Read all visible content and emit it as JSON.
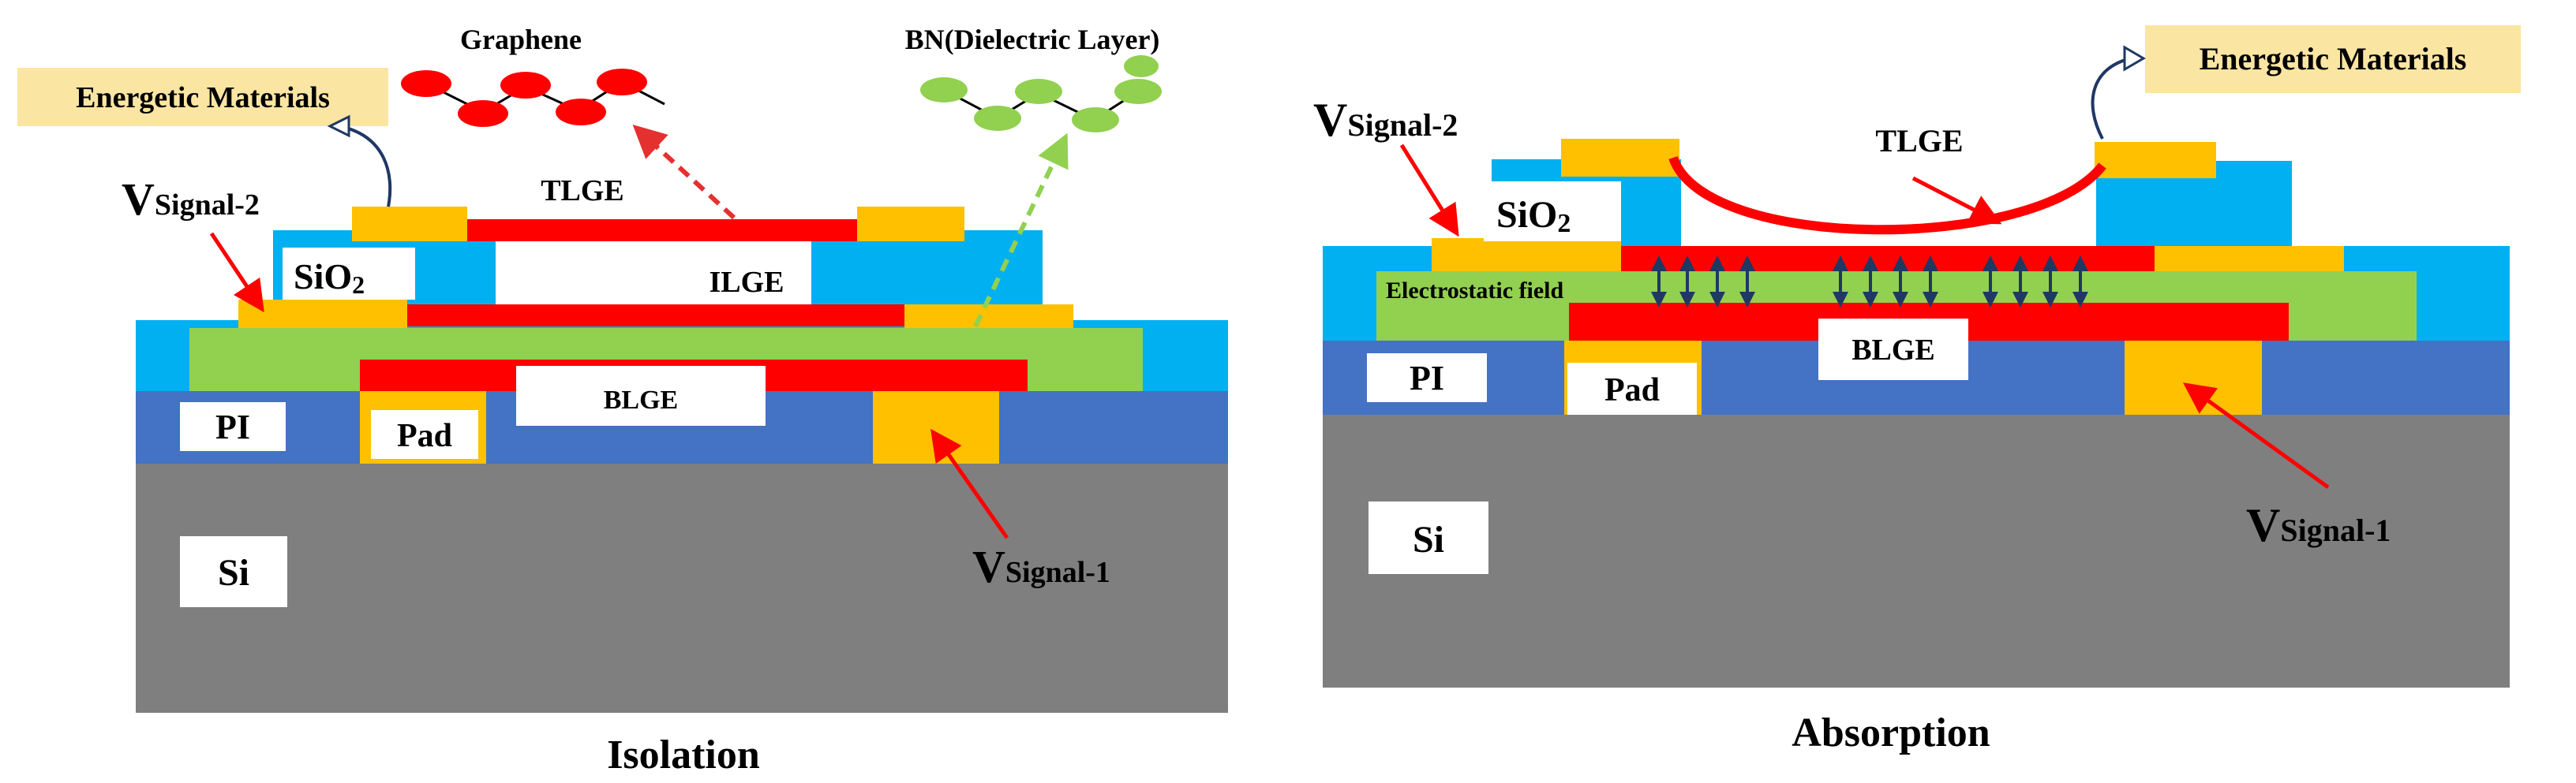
{
  "colors": {
    "si": "#7f7f7f",
    "pi": "#4472c4",
    "sio2": "#00b0f0",
    "bn": "#92d050",
    "graphene": "#ff0000",
    "gold": "#ffc000",
    "callout": "#fbe5a3",
    "field_arrow": "#1f3864",
    "label_box": "#ffffff"
  },
  "left_panel": {
    "caption": "Isolation",
    "callout": "Energetic Materials",
    "graphene_label": "Graphene",
    "bn_label": "BN(Dielectric Layer)",
    "tlge": "TLGE",
    "ilge": "ILGE",
    "blge": "BLGE",
    "sio2_main": "SiO",
    "sio2_sub": "2",
    "pi": "PI",
    "pad": "Pad",
    "si": "Si",
    "v1_main": "V",
    "v1_sub": "Signal-1",
    "v2_main": "V",
    "v2_sub": "Signal-2"
  },
  "right_panel": {
    "caption": "Absorption",
    "callout": "Energetic Materials",
    "tlge": "TLGE",
    "blge": "BLGE",
    "field": "Electrostatic field",
    "sio2_main": "SiO",
    "sio2_sub": "2",
    "pi": "PI",
    "pad": "Pad",
    "si": "Si",
    "v1_main": "V",
    "v1_sub": "Signal-1",
    "v2_main": "V",
    "v2_sub": "Signal-2"
  }
}
